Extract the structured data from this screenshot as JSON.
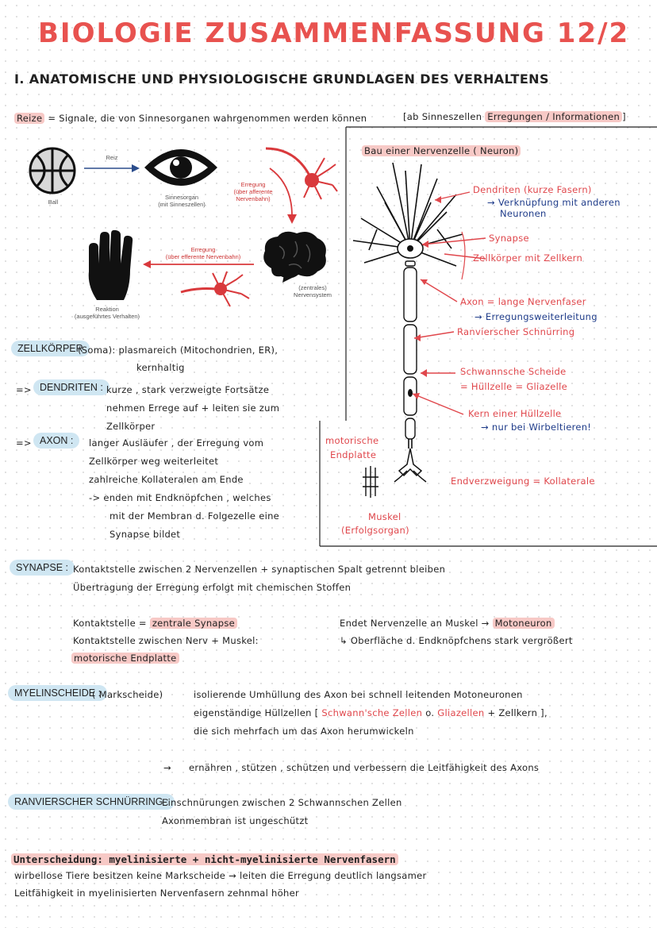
{
  "title": "BIOLOGIE ZUSAMMENFASSUNG 12/2",
  "subtitle": "I. ANATOMISCHE UND PHYSIOLOGISCHE GRUNDLAGEN DES VERHALTENS",
  "reize": {
    "term": "Reize",
    "eq": "=",
    "def": "Signale, die von Sinnesorganen wahrgenommen werden können",
    "note_prefix": "[ab Sinneszellen",
    "note_hl": "Erregungen / Informationen",
    "note_suffix": "]"
  },
  "diagram": {
    "ball": "Ball",
    "reiz": "Reiz",
    "sinnesorgan": "Sinnesorgan\n(mit Sinneszellen)",
    "erregung_afferent": "Erregung\n(über afferente\nNervenbahn)",
    "erregung_efferent": "Erregung\n(über efferente Nervenbahn)",
    "zns": "(zentrales)\nNervensystem",
    "reaktion": "Reaktion\n(ausgeführtes Verhalten)"
  },
  "neuron": {
    "title": "Bau einer Nervenzelle ( Neuron)",
    "dendriten": "Dendriten (kurze Fasern)",
    "dendriten_sub1": "→ Verknüpfung mit anderen",
    "dendriten_sub2": "Neuronen",
    "synapse": "Synapse",
    "zellkoerper": "Zellkörper mit Zellkern",
    "axon": "Axon = lange Nervenfaser",
    "axon_sub": "→ Erregungsweiterleitung",
    "ranvier": "Ranvierscher Schnürring",
    "schwann1": "Schwannsche Scheide",
    "schwann2": "= Hüllzelle = Gliazelle",
    "kern": "Kern einer Hüllzelle",
    "kern_sub": "→ nur bei Wirbeltieren!",
    "motorische1": "motorische",
    "motorische2": "Endplatte",
    "endverzweigung": "Endverzweigung = Kollaterale",
    "muskel1": "Muskel",
    "muskel2": "(Erfolgsorgan)"
  },
  "zellkoerper": {
    "term": "ZELLKÖRPER",
    "l1": "(Soma): plasmareich (Mitochondrien, ER),",
    "l2": "kernhaltig"
  },
  "dendriten": {
    "arrow": "=>",
    "term": "DENDRITEN :",
    "l1": "kurze , stark verzweigte Fortsätze",
    "l2": "nehmen Errege auf + leiten sie zum",
    "l3": "Zellkörper"
  },
  "axon": {
    "arrow": "=>",
    "term": "AXON :",
    "l1": "langer Ausläufer , der Erregung vom",
    "l2": "Zellkörper weg weiterleitet",
    "l3": "zahlreiche Kollateralen am Ende",
    "l4": "-> enden mit Endknöpfchen , welches",
    "l5": "mit der Membran d. Folgezelle eine",
    "l6": "Synapse bildet"
  },
  "synapse": {
    "term": "SYNAPSE :",
    "l1": "Kontaktstelle zwischen 2 Nervenzellen + synaptischen Spalt getrennt bleiben",
    "l2": "Übertragung der Erregung erfolgt mit chemischen Stoffen",
    "k1_pre": "Kontaktstelle =",
    "k1_hl": "zentrale Synapse",
    "k2": "Kontaktstelle zwischen Nerv + Muskel:",
    "k3_hl": "motorische Endplatte",
    "r1_pre": "Endet Nervenzelle an Muskel →",
    "r1_hl": "Motoneuron",
    "r2": "↳ Oberfläche d. Endknöpfchens stark vergrößert"
  },
  "myelin": {
    "term": "MYELINSCHEIDE :",
    "paren": "( Markscheide)",
    "l1": "isolierende Umhüllung des Axon bei schnell leitenden Motoneuronen",
    "l2_pre": "eigenständige Hüllzellen [",
    "l2_r1": "Schwann'sche Zellen",
    "l2_mid": " o. ",
    "l2_r2": "Gliazellen",
    "l2_post": " + Zellkern ],",
    "l3": "die sich mehrfach um das Axon herumwickeln",
    "l4_arrow": "→",
    "l4": "ernähren , stützen , schützen und verbessern die Leitfähigkeit des Axons"
  },
  "ranvier": {
    "term": "RANVIERSCHER SCHNÜRRING :",
    "l1": "Einschnürungen zwischen 2 Schwannschen Zellen",
    "l2": "Axonmembran ist ungeschützt"
  },
  "unterscheidung": {
    "title": "Unterscheidung: myelinisierte + nicht-myelinisierte Nervenfasern",
    "l1": "wirbellose Tiere besitzen keine Markscheide  →  leiten die Erregung deutlich langsamer",
    "l2": "Leitfähigkeit in myelinisierten Nervenfasern zehnmal höher"
  }
}
